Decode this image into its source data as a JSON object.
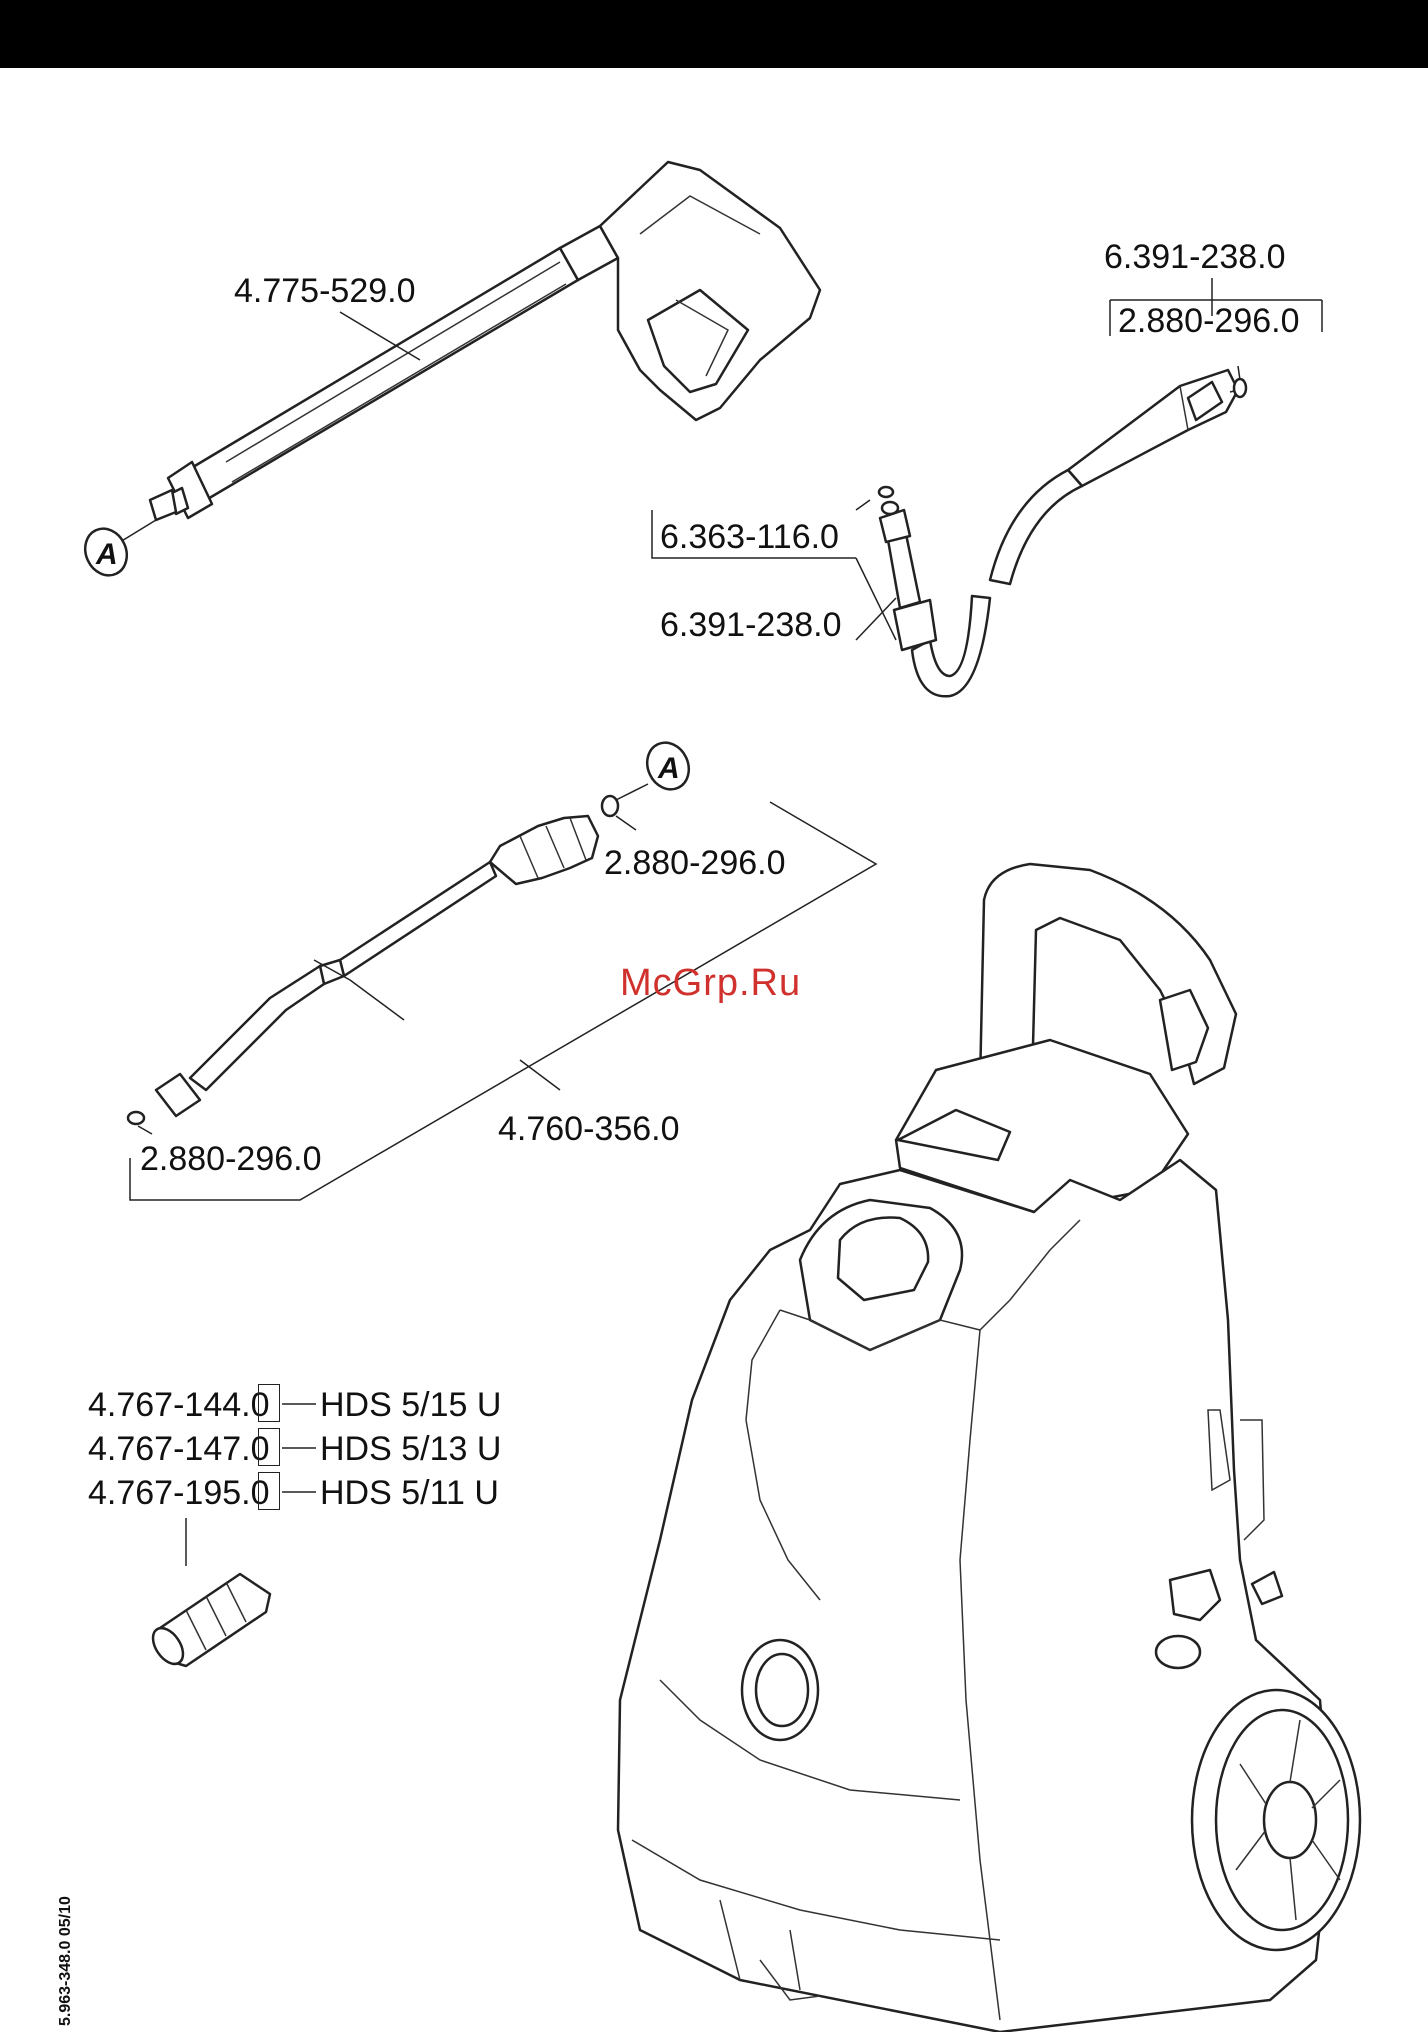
{
  "header": {
    "bar_color": "#000000"
  },
  "watermark": {
    "text": "McGrp.Ru",
    "color": "#d0312d"
  },
  "doc_code": "5.963-348.0  05/10",
  "markers": {
    "connector": "A"
  },
  "labels": {
    "gun": "4.775-529.0",
    "hose_top_1": "6.391-238.0",
    "hose_top_2": "2.880-296.0",
    "hose_mid_1": "6.363-116.0",
    "hose_mid_2": "6.391-238.0",
    "lance_oring_top": "2.880-296.0",
    "lance": "4.760-356.0",
    "lance_oring_bottom": "2.880-296.0"
  },
  "nozzles": [
    {
      "part": "4.767-144.0",
      "model": "HDS 5/15 U"
    },
    {
      "part": "4.767-147.0",
      "model": "HDS 5/13 U"
    },
    {
      "part": "4.767-195.0",
      "model": "HDS 5/11 U"
    }
  ]
}
